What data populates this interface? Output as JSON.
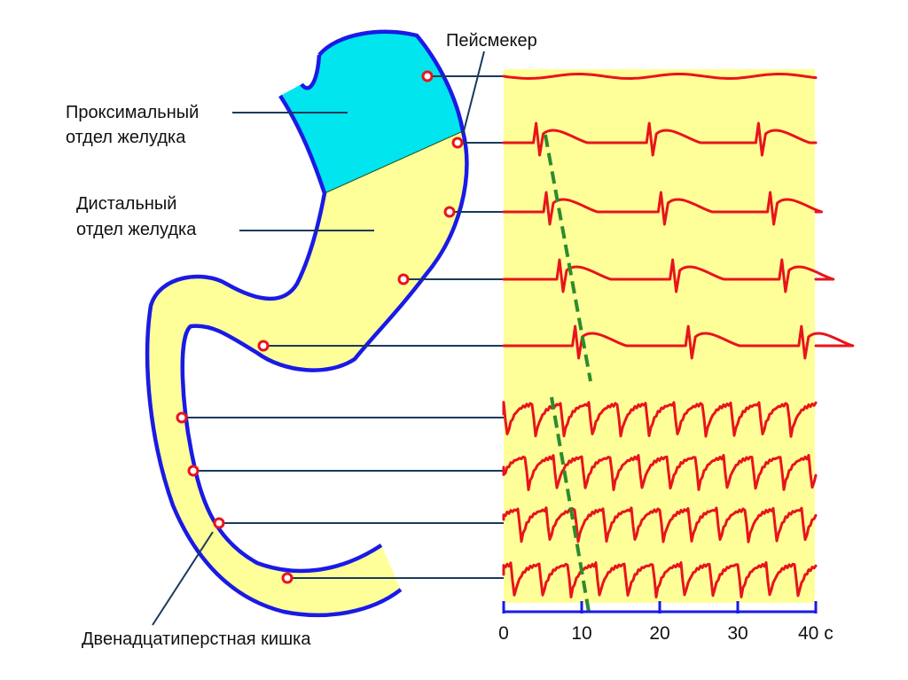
{
  "labels": {
    "pacemaker": "Пейсмекер",
    "proximal_line1": "Проксимальный",
    "proximal_line2": "отдел  желудка",
    "distal_line1": "Дистальный",
    "distal_line2": "отдел  желудка",
    "duodenum": "Двенадцатиперстная  кишка"
  },
  "time_axis": {
    "ticks": [
      "0",
      "10",
      "20",
      "30",
      "40 с"
    ],
    "unit": "с"
  },
  "colors": {
    "proximal_fill": "#00e5ee",
    "distal_fill": "#ffff99",
    "outline": "#1a1ae6",
    "trace": "#e8141c",
    "leader_line": "#1a3a5a",
    "propagation_line": "#2e8b2e",
    "electrode": "#e8141c",
    "axis": "#1a1ae6"
  },
  "traces": [
    {
      "region": "proximal",
      "kind": "flat"
    },
    {
      "region": "distal",
      "kind": "spike",
      "spike_times_s": [
        4.5,
        19,
        33
      ]
    },
    {
      "region": "distal",
      "kind": "spike",
      "spike_times_s": [
        5.8,
        20.5,
        34.5
      ]
    },
    {
      "region": "distal",
      "kind": "spike",
      "spike_times_s": [
        7.5,
        22,
        36
      ]
    },
    {
      "region": "distal",
      "kind": "spike",
      "spike_times_s": [
        9.5,
        24,
        38.5
      ]
    },
    {
      "region": "duodenum",
      "kind": "sawtooth"
    },
    {
      "region": "duodenum",
      "kind": "sawtooth"
    },
    {
      "region": "duodenum",
      "kind": "sawtooth"
    },
    {
      "region": "duodenum",
      "kind": "sawtooth"
    }
  ]
}
